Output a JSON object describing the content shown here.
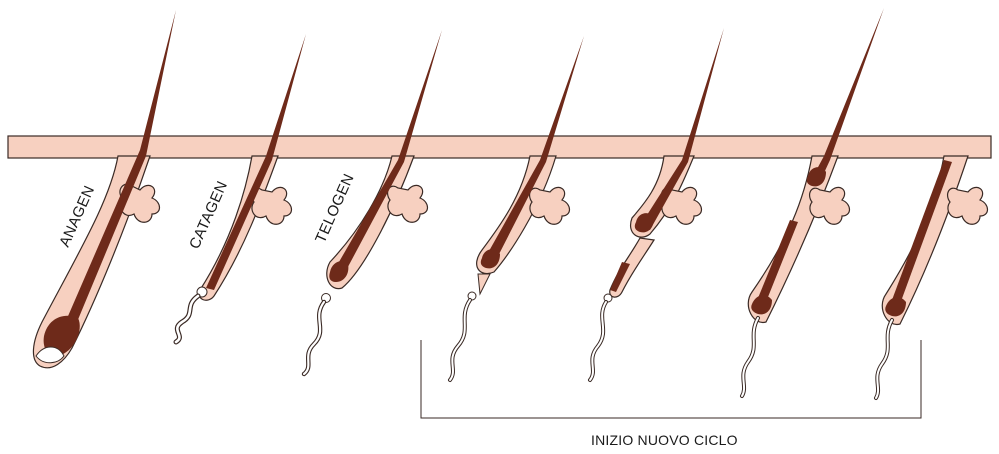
{
  "labels": {
    "anagen": "ANAGEN",
    "catagen": "CATAGEN",
    "telogen": "TELOGEN"
  },
  "caption": "INIZIO NUOVO CICLO",
  "colors": {
    "skin": "#f7d0c0",
    "outline": "#3a2a25",
    "hair": "#6e2a1a",
    "background": "#ffffff"
  }
}
